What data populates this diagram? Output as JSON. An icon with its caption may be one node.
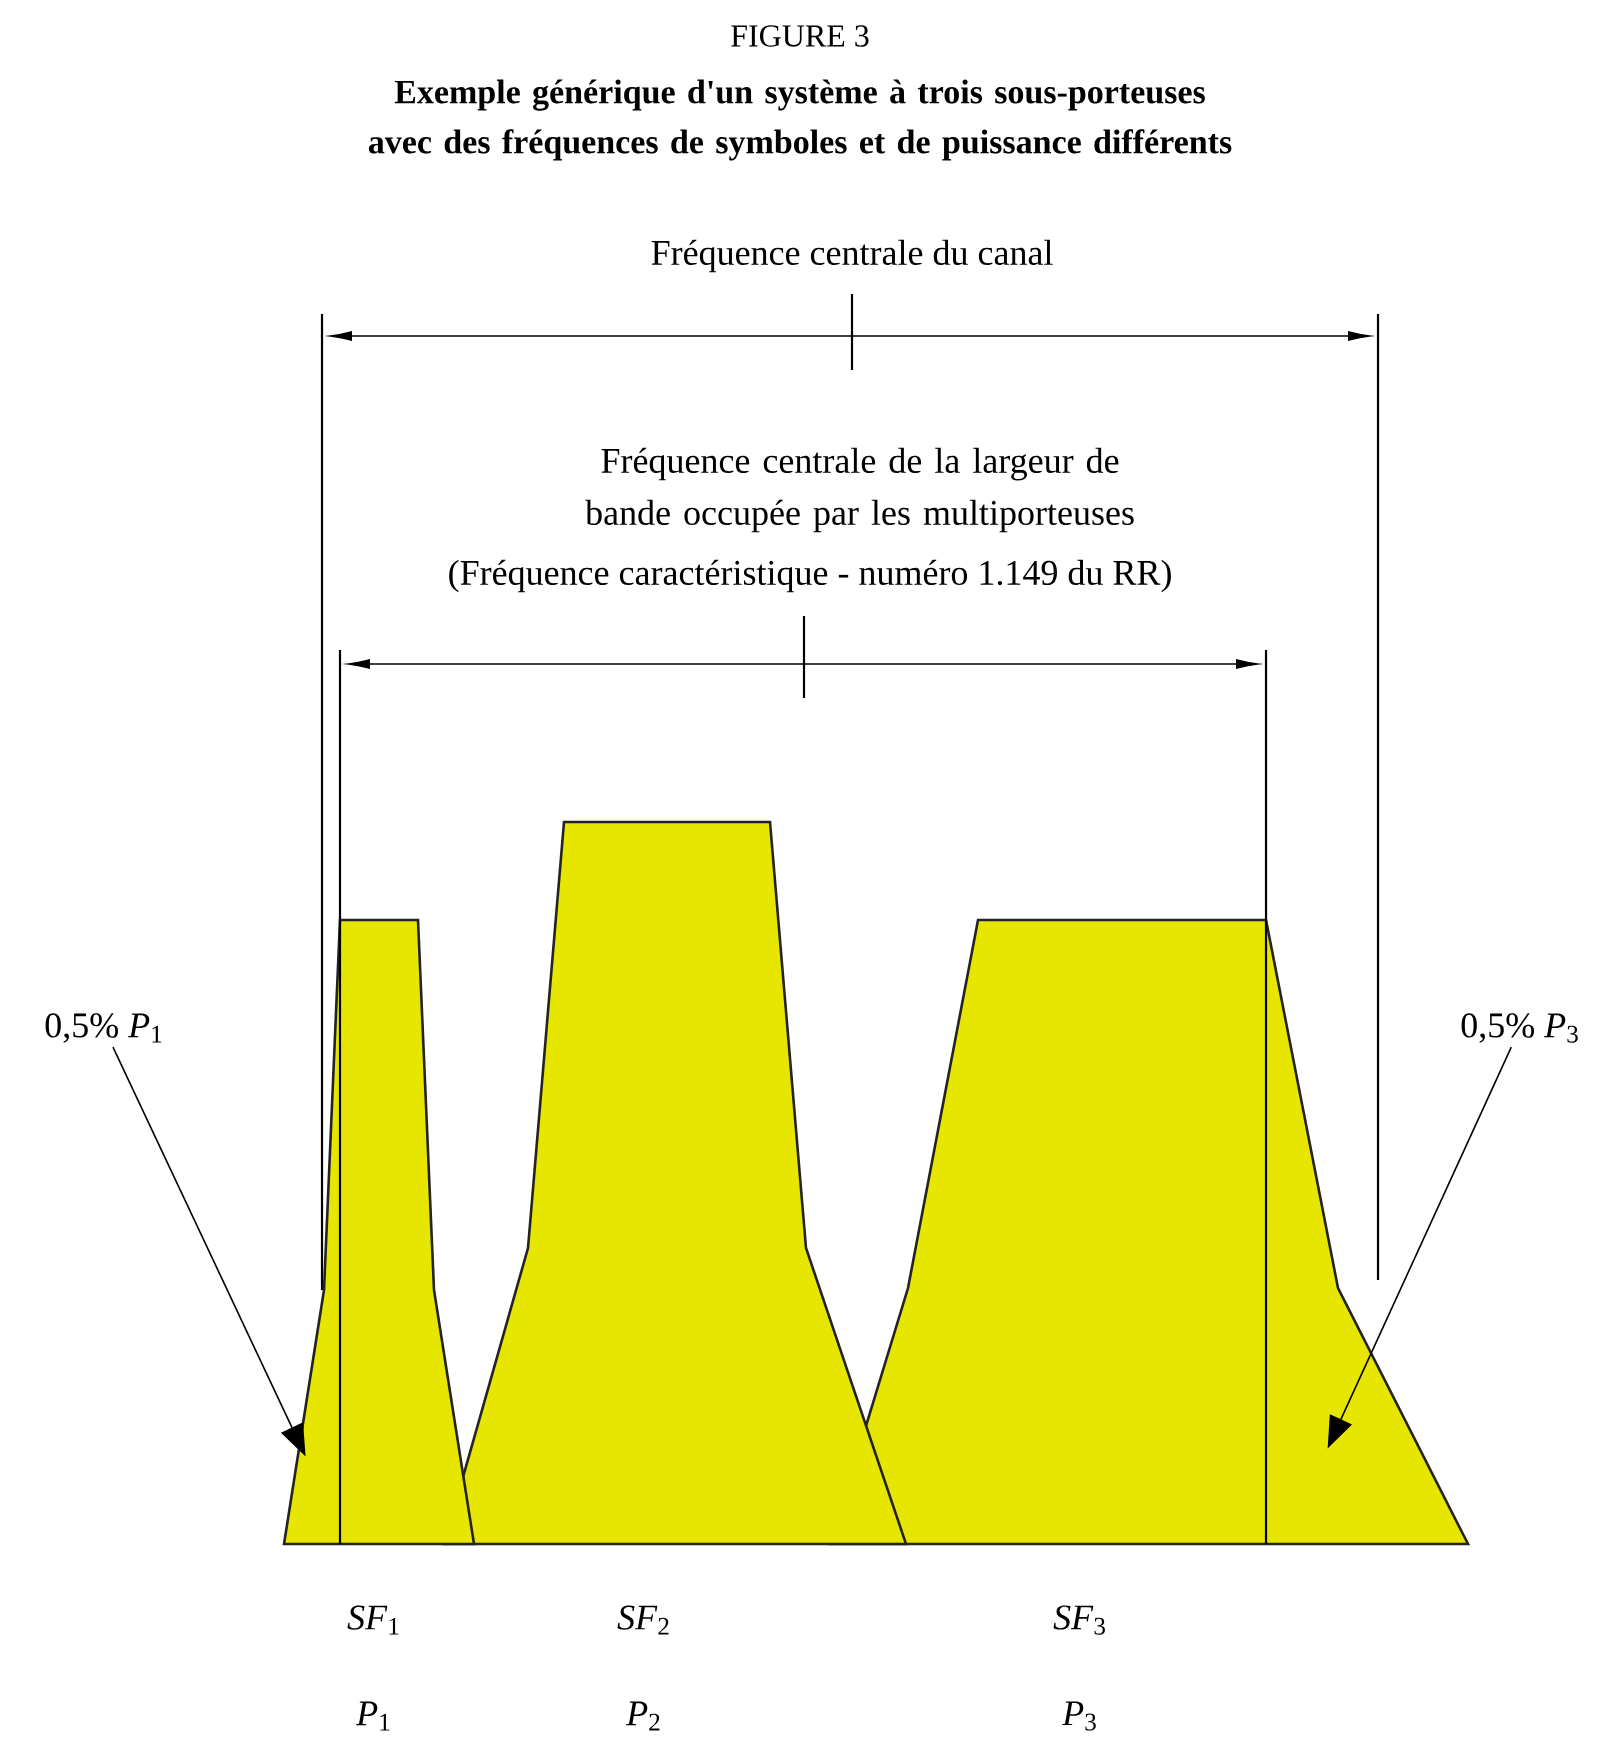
{
  "diagram": {
    "title": "FIGURE 3",
    "caption": "Exemple générique d'un système à trois sous-porteuses avec des fréquences de symboles et de puissance différents",
    "nodes": [
      {
        "text": [
          "0,5% *P*$_{1}$"
        ]
      },
      {
        "text": [],
        "shape": "trapezoid"
      },
      {
        "text": [],
        "shape": "trapezoid"
      },
      {
        "text": [],
        "shape": "trapezoid"
      },
      {
        "text": [
          "0,5% *P*$_{3}$"
        ]
      }
    ],
    "edges": [
      {
        "from": 0,
        "to": 1,
        "arrow": "to"
      },
      {
        "from": 4,
        "to": 3,
        "arrow": "to"
      }
    ],
    "labels": [
      "Fréquence centrale du canal",
      "Fréquence centrale de la largeur de bande occupée par les multiporteuses",
      "(Fréquence caractéristique - numéro 1.149 du RR)",
      "*SF*$_{1}$",
      "*SF*$_{2}$",
      "*SF*$_{3}$",
      "*P*$_{1}$",
      "*P*$_{2}$",
      "*P*$_{3}$"
    ]
  }
}
